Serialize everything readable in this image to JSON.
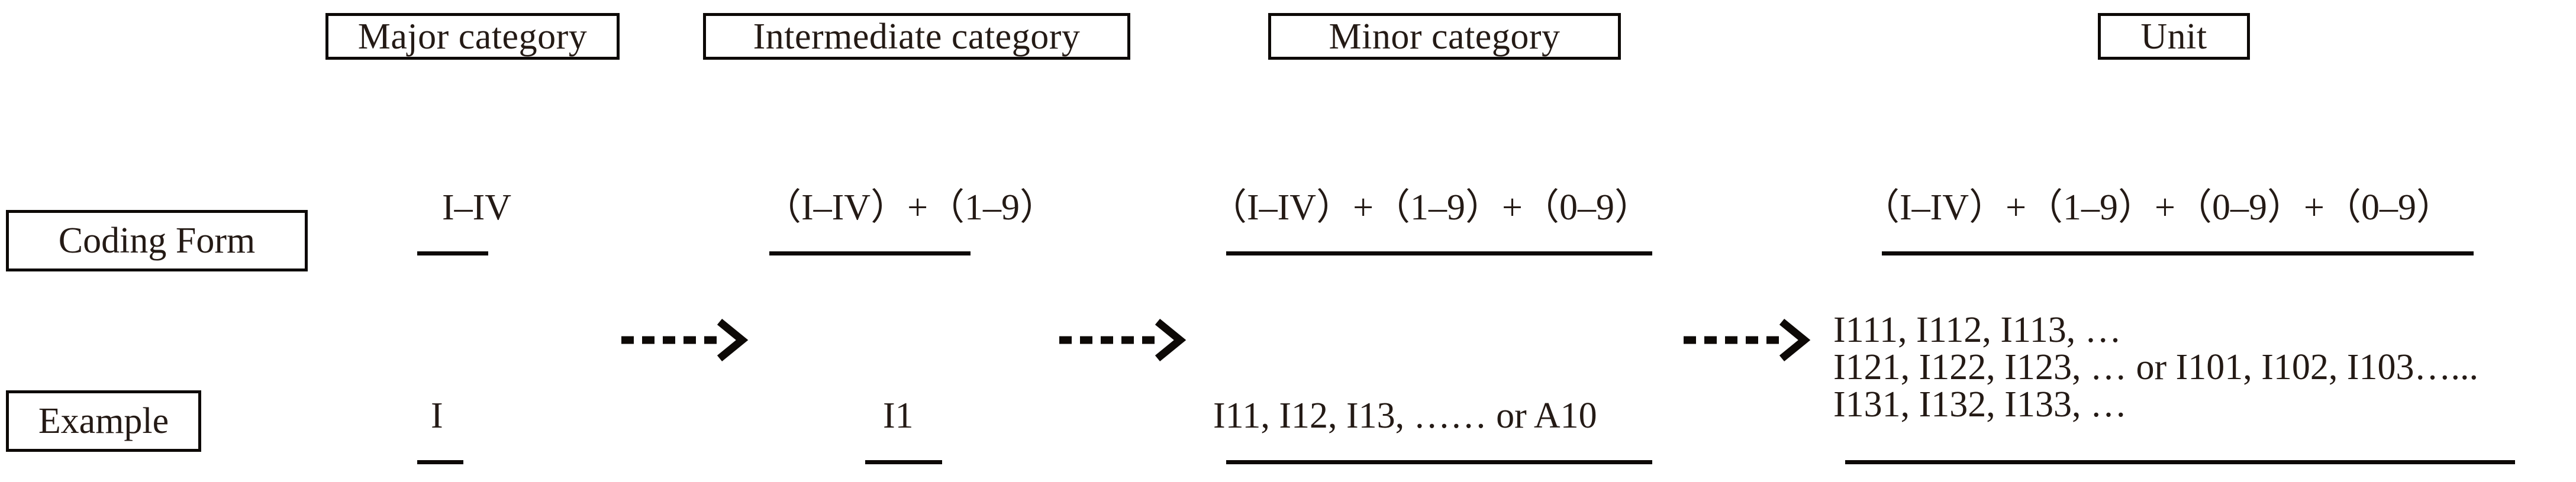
{
  "diagram": {
    "title_row": {
      "columns": [
        {
          "key": "major",
          "label": "Major category"
        },
        {
          "key": "intermediate",
          "label": "Intermediate category"
        },
        {
          "key": "minor",
          "label": "Minor category"
        },
        {
          "key": "unit",
          "label": "Unit"
        }
      ]
    },
    "rows": [
      {
        "key": "coding_form",
        "label": "Coding Form",
        "cells": [
          {
            "column": "major",
            "text": "I–IV"
          },
          {
            "column": "intermediate",
            "text": "（I–IV）+（1–9）"
          },
          {
            "column": "minor",
            "text": "（I–IV）+（1–9）+（0–9）"
          },
          {
            "column": "unit",
            "text": "（I–IV）+（1–9）+（0–9）+（0–9）"
          }
        ]
      },
      {
        "key": "example",
        "label": "Example",
        "cells": [
          {
            "column": "major",
            "text": "I"
          },
          {
            "column": "intermediate",
            "text": "I1"
          },
          {
            "column": "minor",
            "text": "I11, I12, I13, …… or A10"
          },
          {
            "column": "unit",
            "text": "I111, I112, I113, …\nI121, I122, I123, … or  I101, I102, I103…...\nI131, I132, I133, …"
          }
        ]
      }
    ],
    "unit_example_lines": [
      "I111, I112, I113, …",
      "I121, I122, I123, … or  I101, I102, I103…...",
      "I131, I132, I133, …"
    ],
    "arrows": [
      {
        "key": "arrow-major-to-intermediate",
        "style": "dashed-arrow-right"
      },
      {
        "key": "arrow-intermediate-to-minor",
        "style": "dashed-arrow-right"
      },
      {
        "key": "arrow-minor-to-unit",
        "style": "dashed-arrow-right"
      }
    ],
    "colors": {
      "ink": "#241a15",
      "stroke": "#0d0906",
      "background": "#ffffff"
    }
  }
}
